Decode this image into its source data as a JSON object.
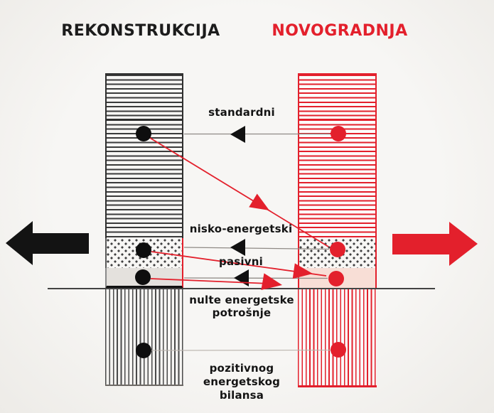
{
  "columns": {
    "left": {
      "title": "REKONSTRUKCIJA"
    },
    "right": {
      "title": "NOVOGRADNJA"
    }
  },
  "levels": [
    {
      "label": "standardni"
    },
    {
      "label": "nisko-energetski"
    },
    {
      "label": "pasivni"
    },
    {
      "label": "nulte energetske potrošnje"
    },
    {
      "label": "pozitivnog energetskog bilansa"
    }
  ],
  "colors": {
    "red": "#e3202c",
    "ink": "#1c1c1c",
    "bg": "#f4f3f0",
    "connector": "#8f8a85",
    "passive_gray": "#e4e1dd",
    "passive_pink": "#f8ded6",
    "stripe_dark": "#3b3b3b"
  }
}
